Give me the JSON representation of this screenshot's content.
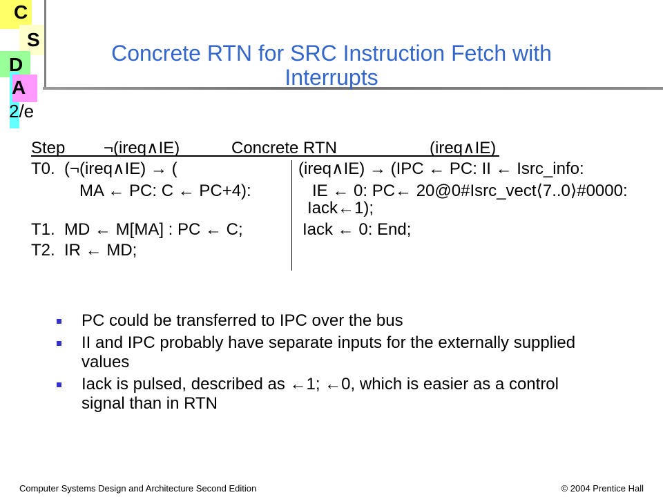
{
  "logo": {
    "c": "C",
    "s": "S",
    "d": "D",
    "a": "A",
    "edition": "2/e"
  },
  "colors": {
    "title": "#3366cc",
    "bullet": "#3333cc",
    "logo_c": "#ffff66",
    "logo_s": "#ffffcc",
    "logo_d": "#99ff99",
    "logo_a": "#ff99ff",
    "logo_edition": "#66ffff",
    "rule": "#808080"
  },
  "title": {
    "lines": [
      "Concrete RTN for SRC Instruction Fetch with",
      "Interrupts"
    ]
  },
  "rtn_table": {
    "header": {
      "step": "Step",
      "no_interrupt": "¬(ireq∧IE)",
      "concrete_rtn": "Concrete RTN",
      "interrupt": "(ireq∧IE)"
    },
    "no_interrupt_lines": [
      "T0.  (¬(ireq∧IE) → (",
      "MA ← PC: C ← PC+4):",
      "T1.  MD ← M[MA] : PC ← C;",
      "T2.  IR ← MD;"
    ],
    "interrupt_lines": [
      "(ireq∧IE) → (IPC ← PC: II ← Isrc_info:",
      "IE ← 0: PC← 20@0#Isrc_vect⟨7..0⟩#0000:",
      "Iack←1);",
      "Iack ← 0: End;"
    ]
  },
  "bullets": [
    "PC could be transferred to IPC over the bus",
    "II and IPC probably have separate inputs for the externally supplied values",
    "Iack is pulsed, described as ←1; ←0, which is easier as a control signal than in RTN"
  ],
  "footer": {
    "left": "Computer Systems Design and Architecture Second Edition",
    "right": "© 2004 Prentice Hall"
  }
}
